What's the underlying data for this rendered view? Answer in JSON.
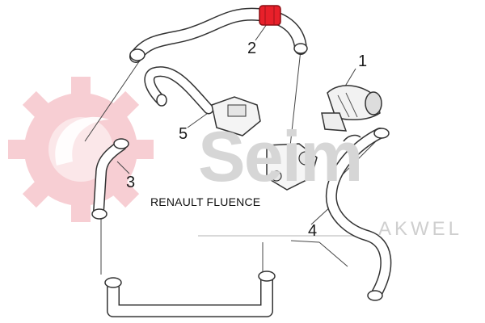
{
  "diagram": {
    "vehicle_label": "RENAULT FLUENCE",
    "callouts": [
      {
        "id": "1",
        "text": "1"
      },
      {
        "id": "2",
        "text": "2"
      },
      {
        "id": "3",
        "text": "3"
      },
      {
        "id": "4",
        "text": "4"
      },
      {
        "id": "5",
        "text": "5"
      }
    ],
    "highlight_color": "#e8202a",
    "part_outline_color": "#333333"
  },
  "watermark": {
    "brand": "Seim",
    "sub_brand": "AKWEL",
    "gear_color": "#f6c6cc",
    "text_color": "#d6d6d6"
  }
}
